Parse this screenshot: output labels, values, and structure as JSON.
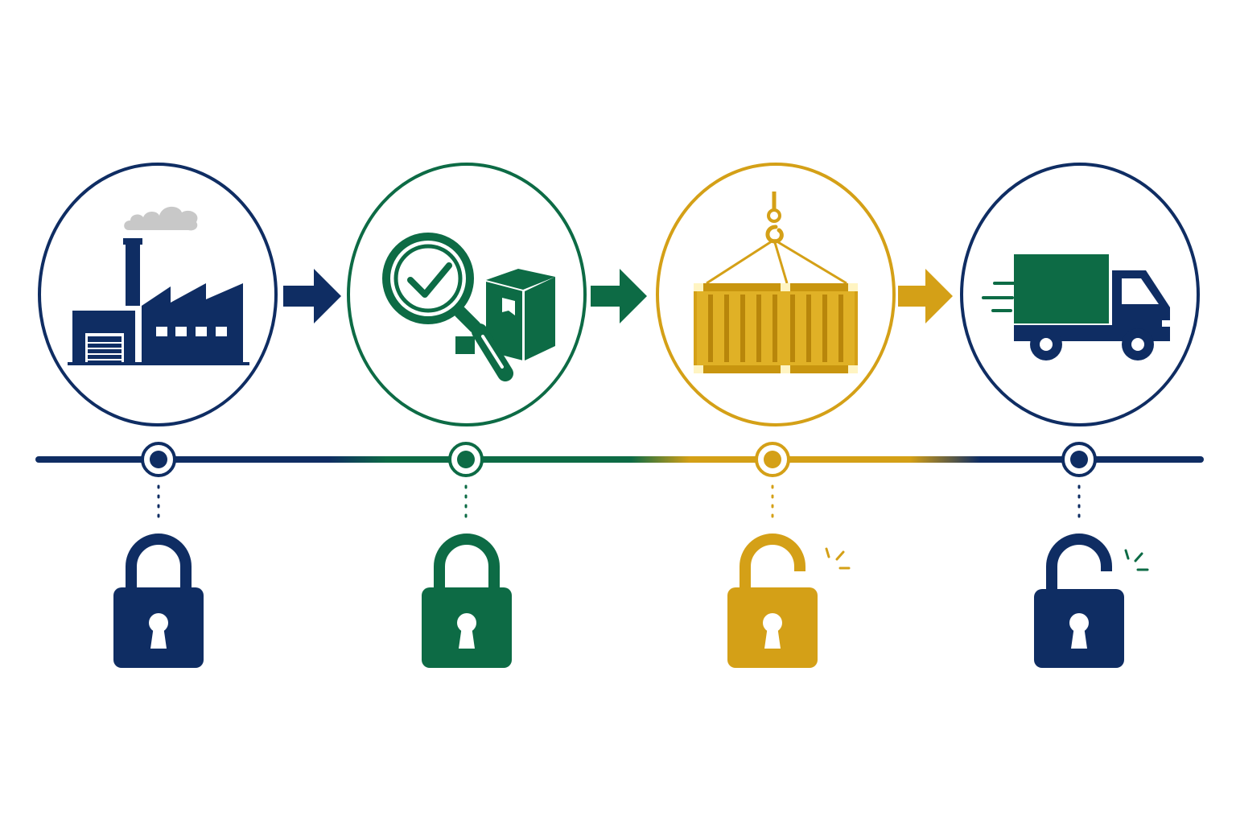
{
  "colors": {
    "navy": "#0f2d63",
    "green": "#0d6b45",
    "gold": "#d4a017",
    "smoke": "#c8c8c8",
    "background": "#ffffff"
  },
  "stages": [
    {
      "id": "manufacturing",
      "icon": "factory-icon",
      "color": "#0f2d63",
      "lock_state": "locked"
    },
    {
      "id": "inspection",
      "icon": "magnifier-check-box-icon",
      "color": "#0d6b45",
      "lock_state": "locked"
    },
    {
      "id": "shipping",
      "icon": "hoisted-container-icon",
      "color": "#d4a017",
      "lock_state": "unlocked"
    },
    {
      "id": "delivery",
      "icon": "delivery-truck-icon",
      "color": "#0f2d63",
      "lock_state": "unlocked"
    }
  ],
  "connectors": [
    "arrow-right-icon",
    "arrow-right-icon",
    "arrow-right-icon"
  ]
}
